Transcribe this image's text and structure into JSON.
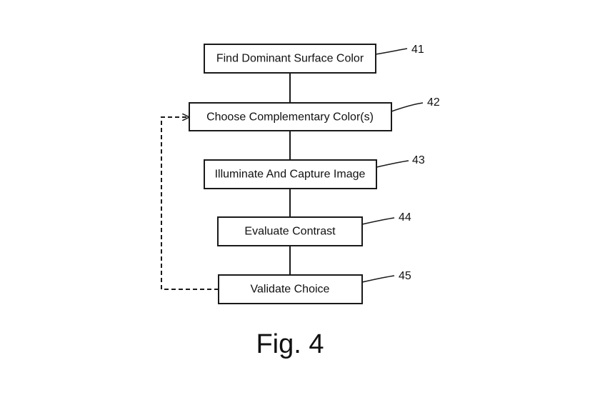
{
  "steps": [
    {
      "label": "Find Dominant Surface Color",
      "ref": "41"
    },
    {
      "label": "Choose Complementary Color(s)",
      "ref": "42"
    },
    {
      "label": "Illuminate And Capture Image",
      "ref": "43"
    },
    {
      "label": "Evaluate Contrast",
      "ref": "44"
    },
    {
      "label": "Validate Choice",
      "ref": "45"
    }
  ],
  "caption": "Fig. 4"
}
